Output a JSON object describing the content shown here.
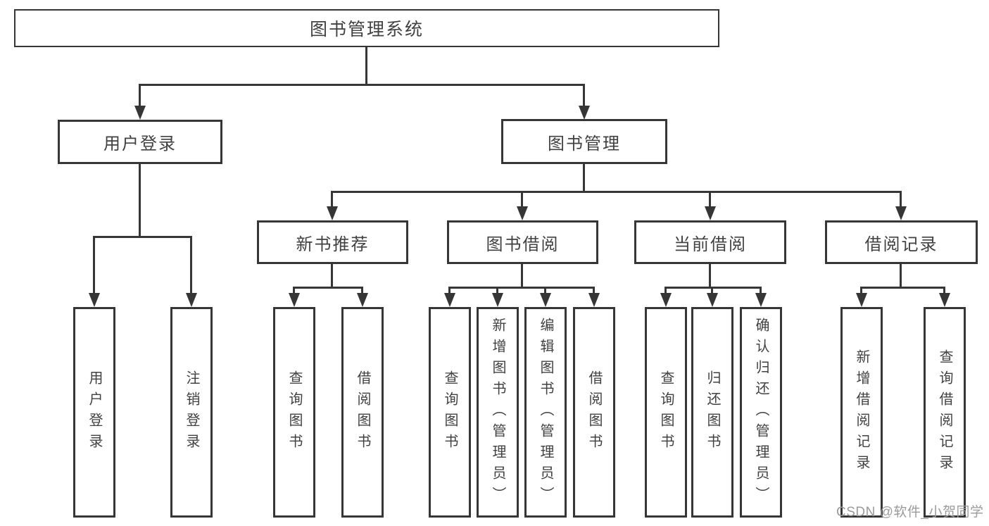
{
  "diagram": {
    "title_note": "functional structure chart",
    "root": {
      "label": "图书管理系统"
    },
    "level2": [
      {
        "label": "用户登录",
        "children": [
          {
            "label": "用户登录"
          },
          {
            "label": "注销登录"
          }
        ]
      },
      {
        "label": "图书管理",
        "children": [
          {
            "label": "新书推荐",
            "children": [
              {
                "label": "查询图书"
              },
              {
                "label": "借阅图书"
              }
            ]
          },
          {
            "label": "图书借阅",
            "children": [
              {
                "label": "查询图书"
              },
              {
                "label": "新增图书（管理员）"
              },
              {
                "label": "编辑图书（管理员）"
              },
              {
                "label": "借阅图书"
              }
            ]
          },
          {
            "label": "当前借阅",
            "children": [
              {
                "label": "查询图书"
              },
              {
                "label": "归还图书"
              },
              {
                "label": "确认归还（管理员）"
              }
            ]
          },
          {
            "label": "借阅记录",
            "children": [
              {
                "label": "新增借阅记录"
              },
              {
                "label": "查询借阅记录"
              }
            ]
          }
        ]
      }
    ]
  },
  "watermark": {
    "text": "CSDN @软件_小贺同学"
  },
  "colors": {
    "line": "#363636",
    "box_border": "#363636",
    "text": "#414141",
    "background": "#ffffff",
    "watermark": "#9b9b9b"
  }
}
